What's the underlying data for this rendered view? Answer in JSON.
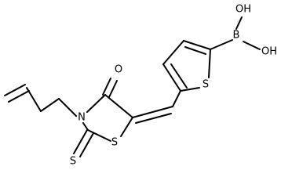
{
  "molecule": {
    "atoms": {
      "oh_top": "OH",
      "oh_right": "OH",
      "boron": "B",
      "thiophene_sulfur": "S",
      "carbonyl_oxygen": "O",
      "ring_nitrogen": "N",
      "thiazolidine_sulfur": "S",
      "thione_sulfur": "S"
    }
  }
}
